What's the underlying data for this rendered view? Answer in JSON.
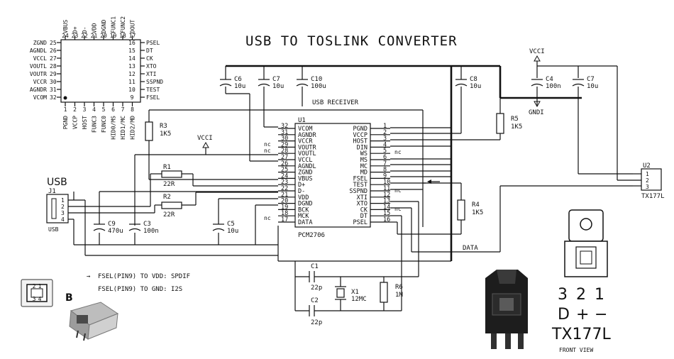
{
  "title": "USB TO TOSLINK CONVERTER",
  "ic_package": {
    "top_pins": [
      "VBUS",
      "D+",
      "D-",
      "VDD",
      "DGND",
      "FUNC1",
      "FUNC2",
      "DOUT"
    ],
    "top_nums": [
      "24",
      "23",
      "22",
      "21",
      "20",
      "19",
      "18",
      "17"
    ],
    "left_pins": [
      "ZGND",
      "AGNDL",
      "VCCL",
      "VOUTL",
      "VOUTR",
      "VCCR",
      "AGNDR",
      "VCOM"
    ],
    "left_nums": [
      "25",
      "26",
      "27",
      "28",
      "29",
      "30",
      "31",
      "32"
    ],
    "right_pins": [
      "PSEL",
      "DT",
      "CK",
      "XTO",
      "XTI",
      "SSPND",
      "TEST",
      "FSEL"
    ],
    "right_nums": [
      "16",
      "15",
      "14",
      "13",
      "12",
      "11",
      "10",
      "9"
    ],
    "bottom_pins": [
      "PGND",
      "VCCP",
      "HOST",
      "FUNC3",
      "FUNC0",
      "HID0/MS",
      "HID1/MC",
      "HID2/MD"
    ],
    "bottom_nums": [
      "1",
      "2",
      "3",
      "4",
      "5",
      "6",
      "7",
      "8"
    ]
  },
  "u1": {
    "ref": "U1",
    "part": "PCM2706",
    "left_pins": [
      {
        "num": "32",
        "name": "VCOM"
      },
      {
        "num": "31",
        "name": "AGNDR"
      },
      {
        "num": "30",
        "name": "VCCR"
      },
      {
        "num": "29",
        "name": "VOUTR"
      },
      {
        "num": "28",
        "name": "VOUTL"
      },
      {
        "num": "27",
        "name": "VCCL"
      },
      {
        "num": "26",
        "name": "AGNDL"
      },
      {
        "num": "25",
        "name": "ZGND"
      },
      {
        "num": "24",
        "name": "VBUS"
      },
      {
        "num": "23",
        "name": "D+"
      },
      {
        "num": "22",
        "name": "D-"
      },
      {
        "num": "21",
        "name": "VDD"
      },
      {
        "num": "20",
        "name": "DGND"
      },
      {
        "num": "19",
        "name": "BCK"
      },
      {
        "num": "18",
        "name": "MCK"
      },
      {
        "num": "17",
        "name": "DATA"
      }
    ],
    "right_pins": [
      {
        "num": "1",
        "name": "PGND"
      },
      {
        "num": "2",
        "name": "VCCP"
      },
      {
        "num": "3",
        "name": "HOST"
      },
      {
        "num": "4",
        "name": "DIN"
      },
      {
        "num": "5",
        "name": "WS"
      },
      {
        "num": "6",
        "name": "MS"
      },
      {
        "num": "7",
        "name": "MC"
      },
      {
        "num": "8",
        "name": "MD"
      },
      {
        "num": "9",
        "name": "FSEL"
      },
      {
        "num": "10",
        "name": "TEST"
      },
      {
        "num": "11",
        "name": "SSPND"
      },
      {
        "num": "12",
        "name": "XTI"
      },
      {
        "num": "13",
        "name": "XTO"
      },
      {
        "num": "14",
        "name": "CK"
      },
      {
        "num": "15",
        "name": "DT"
      },
      {
        "num": "16",
        "name": "PSEL"
      }
    ]
  },
  "labels": {
    "usb_receiver": "USB RECEIVER",
    "vcci_top": "VCCI",
    "vcci_mid": "VCCI",
    "gndi": "GNDI",
    "data": "DATA",
    "nc": "nc",
    "usb": "USB",
    "j1": "J1",
    "j1_sub": "USB",
    "u2": "U2",
    "u2_part": "TX177L",
    "b": "B"
  },
  "j1_pins": [
    "1",
    "2",
    "3",
    "4"
  ],
  "u2_pins": [
    "1",
    "2",
    "3"
  ],
  "components": {
    "c6": {
      "ref": "C6",
      "val": "10u"
    },
    "c7a": {
      "ref": "C7",
      "val": "10u"
    },
    "c10": {
      "ref": "C10",
      "val": "100u"
    },
    "c8": {
      "ref": "C8",
      "val": "10u"
    },
    "c4": {
      "ref": "C4",
      "val": "100n"
    },
    "c7b": {
      "ref": "C7",
      "val": "10u"
    },
    "r3": {
      "ref": "R3",
      "val": "1K5"
    },
    "r5": {
      "ref": "R5",
      "val": "1K5"
    },
    "r1": {
      "ref": "R1",
      "val": "22R"
    },
    "r2": {
      "ref": "R2",
      "val": "22R"
    },
    "r4": {
      "ref": "R4",
      "val": "1K5"
    },
    "c9": {
      "ref": "C9",
      "val": "470u"
    },
    "c3": {
      "ref": "C3",
      "val": "100n"
    },
    "c5": {
      "ref": "C5",
      "val": "10u"
    },
    "c1": {
      "ref": "C1",
      "val": "22p"
    },
    "c2": {
      "ref": "C2",
      "val": "22p"
    },
    "x1": {
      "ref": "X1",
      "val": "12MC"
    },
    "r6": {
      "ref": "R6",
      "val": "1M"
    }
  },
  "notes": {
    "arrow": "→",
    "line1": "FSEL(PIN9) TO VDD: SPDIF",
    "line2": "FSEL(PIN9) TO GND: I2S"
  },
  "front_view": {
    "nums": [
      "3",
      "2",
      "1"
    ],
    "signals": [
      "D",
      "+",
      "−"
    ],
    "part": "TX177L",
    "caption": "FRONT VIEW"
  },
  "usb_b_icon_pins": [
    "2",
    "1",
    "3",
    "4"
  ]
}
